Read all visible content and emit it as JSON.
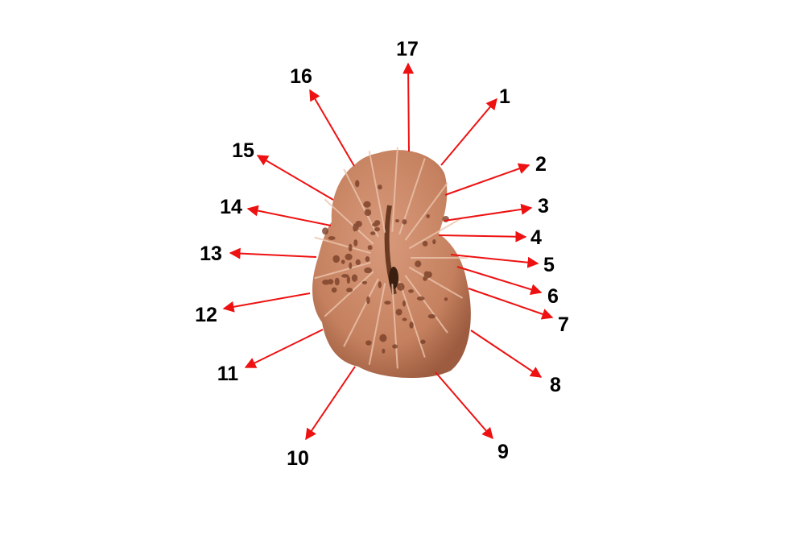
{
  "figure": {
    "subject": "bead",
    "labels": [
      "1",
      "2",
      "3",
      "4",
      "5",
      "6",
      "7",
      "8",
      "9",
      "10",
      "11",
      "12",
      "13",
      "14",
      "15",
      "16",
      "17"
    ],
    "arrow_color": "#ee1111",
    "bead_color": "#c98766"
  }
}
